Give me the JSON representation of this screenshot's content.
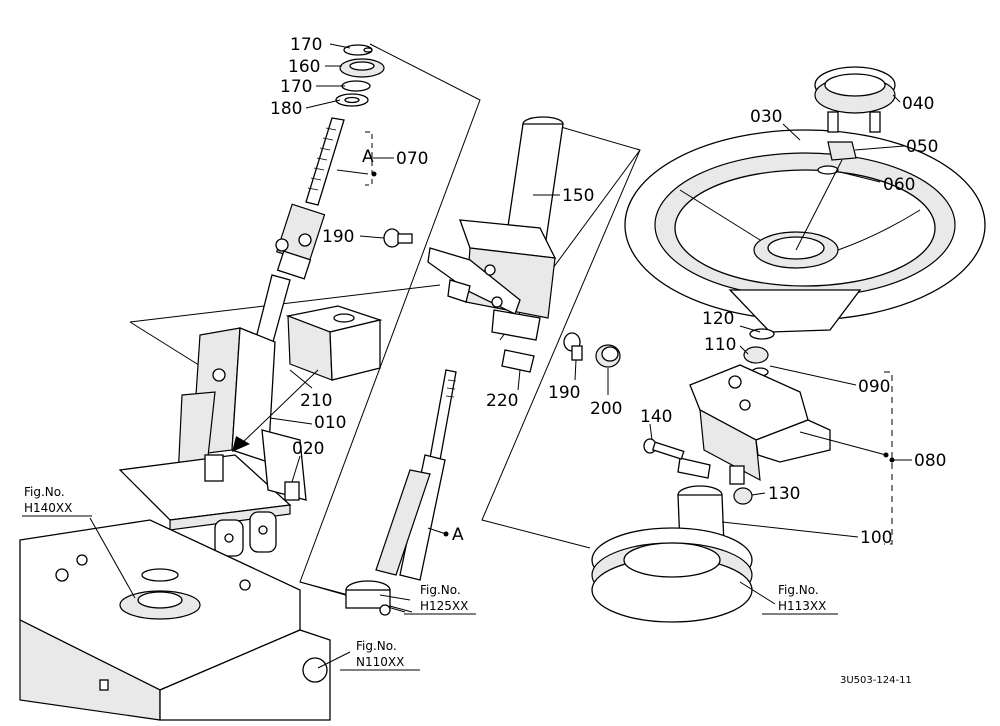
{
  "diagram": {
    "parts": [
      {
        "id": "p170a",
        "label": "170"
      },
      {
        "id": "p160",
        "label": "160"
      },
      {
        "id": "p170b",
        "label": "170"
      },
      {
        "id": "p180",
        "label": "180"
      },
      {
        "id": "p070",
        "label": "070"
      },
      {
        "id": "pA1",
        "label": "A"
      },
      {
        "id": "p190a",
        "label": "190"
      },
      {
        "id": "p150",
        "label": "150"
      },
      {
        "id": "p210",
        "label": "210"
      },
      {
        "id": "p010",
        "label": "010"
      },
      {
        "id": "p020",
        "label": "020"
      },
      {
        "id": "p220",
        "label": "220"
      },
      {
        "id": "p190b",
        "label": "190"
      },
      {
        "id": "p200",
        "label": "200"
      },
      {
        "id": "pA2",
        "label": "A"
      },
      {
        "id": "p030",
        "label": "030"
      },
      {
        "id": "p040",
        "label": "040"
      },
      {
        "id": "p050",
        "label": "050"
      },
      {
        "id": "p060",
        "label": "060"
      },
      {
        "id": "p120",
        "label": "120"
      },
      {
        "id": "p110",
        "label": "110"
      },
      {
        "id": "p090",
        "label": "090"
      },
      {
        "id": "p080",
        "label": "080"
      },
      {
        "id": "p140",
        "label": "140"
      },
      {
        "id": "p130",
        "label": "130"
      },
      {
        "id": "p100",
        "label": "100"
      }
    ],
    "fig_refs": [
      {
        "id": "f140",
        "line1": "Fig.No.",
        "line2": "H140XX"
      },
      {
        "id": "f125",
        "line1": "Fig.No.",
        "line2": "H125XX"
      },
      {
        "id": "f110",
        "line1": "Fig.No.",
        "line2": "N110XX"
      },
      {
        "id": "f113",
        "line1": "Fig.No.",
        "line2": "H113XX"
      }
    ],
    "drawing_code": "3U503-124-11"
  }
}
